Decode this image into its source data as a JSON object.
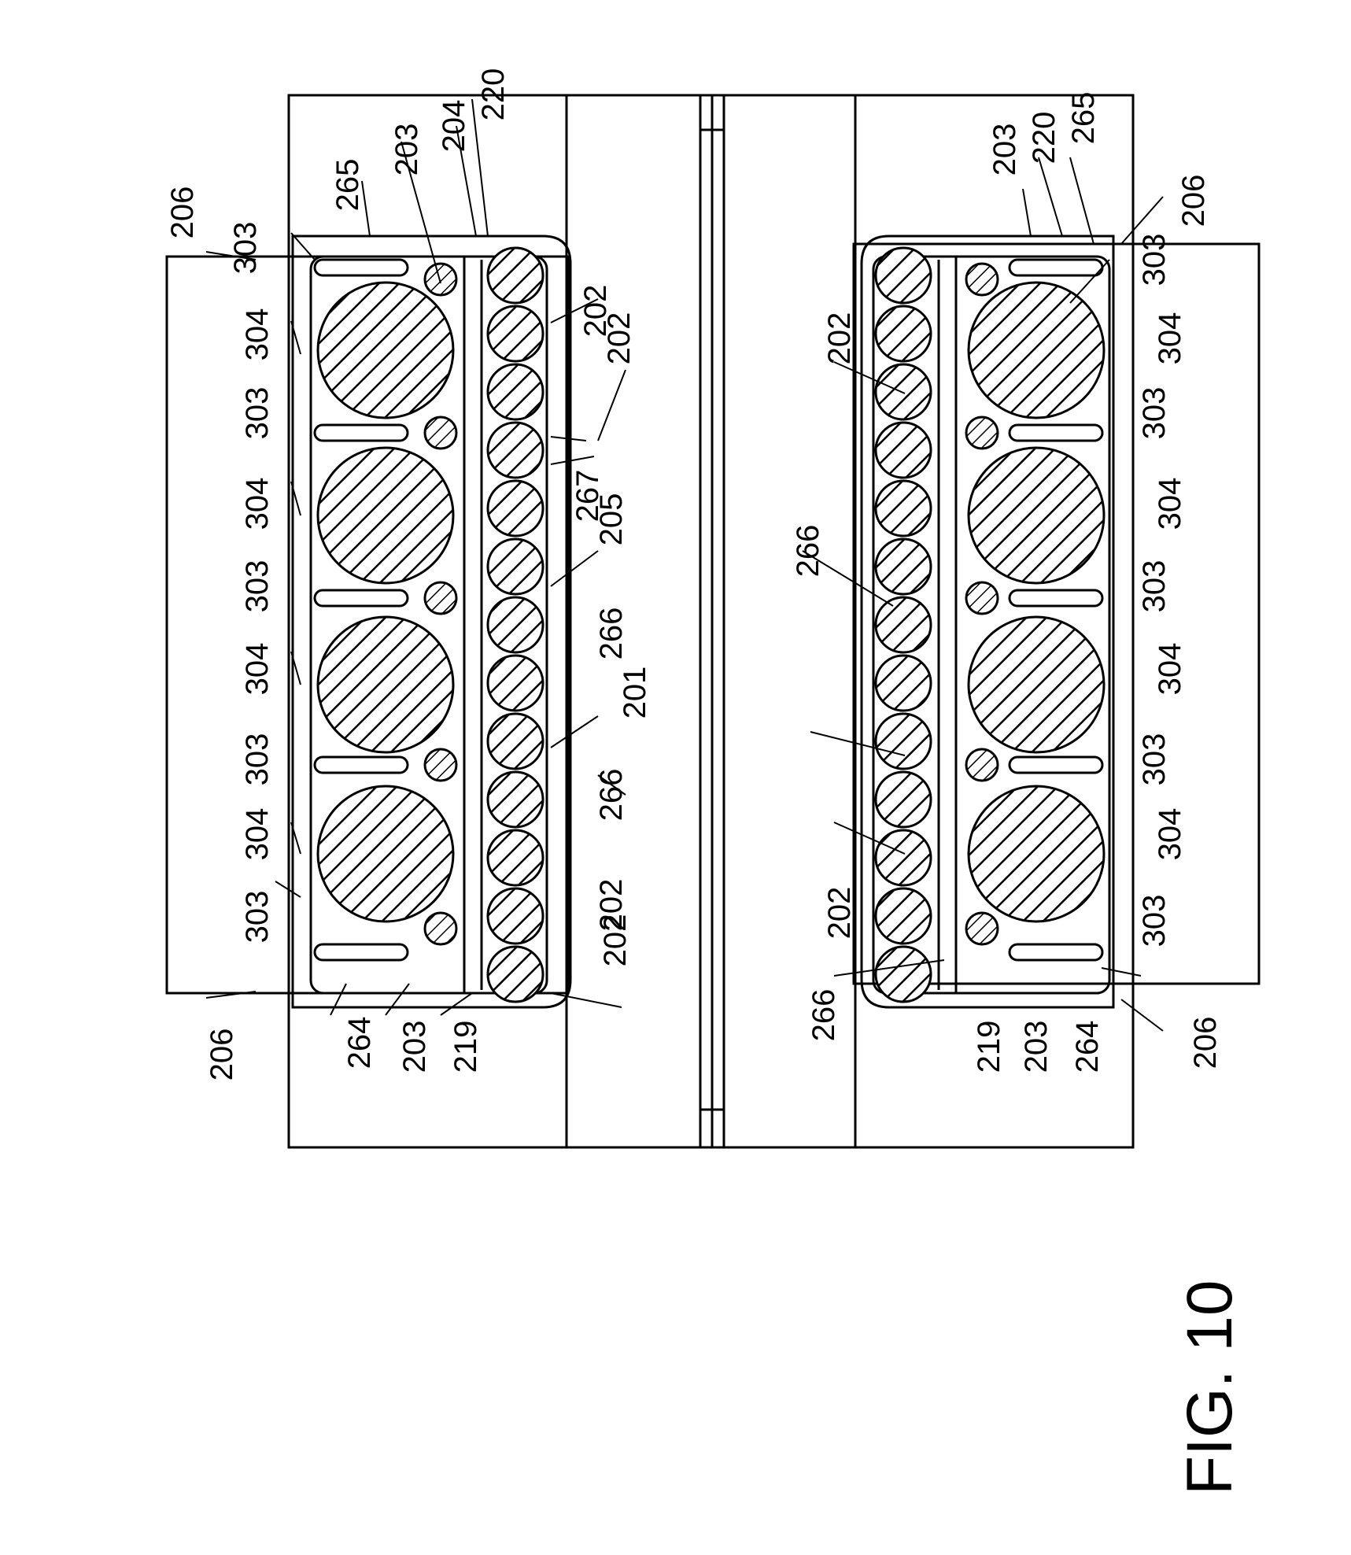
{
  "figure": {
    "title": "FIG. 10"
  },
  "colors": {
    "ink": "#000000",
    "paper": "#ffffff"
  },
  "labels": {
    "top": [
      {
        "id": "206a",
        "text": "206"
      },
      {
        "id": "303a",
        "text": "303"
      },
      {
        "id": "304a",
        "text": "304"
      },
      {
        "id": "303b",
        "text": "303"
      },
      {
        "id": "304b",
        "text": "304"
      },
      {
        "id": "303c",
        "text": "303"
      },
      {
        "id": "304c",
        "text": "304"
      },
      {
        "id": "303d",
        "text": "303"
      },
      {
        "id": "304d",
        "text": "304"
      },
      {
        "id": "303e",
        "text": "303"
      },
      {
        "id": "206b",
        "text": "206"
      },
      {
        "id": "265",
        "text": "265"
      },
      {
        "id": "203a",
        "text": "203"
      },
      {
        "id": "204",
        "text": "204"
      },
      {
        "id": "220",
        "text": "220"
      },
      {
        "id": "202a",
        "text": "202"
      },
      {
        "id": "202b",
        "text": "202"
      },
      {
        "id": "267",
        "text": "267"
      },
      {
        "id": "205",
        "text": "205"
      },
      {
        "id": "266a",
        "text": "266"
      },
      {
        "id": "201",
        "text": "201"
      },
      {
        "id": "266b",
        "text": "266"
      },
      {
        "id": "202c",
        "text": "202"
      },
      {
        "id": "202d",
        "text": "202"
      },
      {
        "id": "264",
        "text": "264"
      },
      {
        "id": "203b",
        "text": "203"
      },
      {
        "id": "219",
        "text": "219"
      }
    ],
    "bottom": [
      {
        "id": "202e",
        "text": "202"
      },
      {
        "id": "266c",
        "text": "266"
      },
      {
        "id": "202f",
        "text": "202"
      },
      {
        "id": "266d",
        "text": "266"
      },
      {
        "id": "203c",
        "text": "203"
      },
      {
        "id": "220b",
        "text": "220"
      },
      {
        "id": "265b",
        "text": "265"
      },
      {
        "id": "206c",
        "text": "206"
      },
      {
        "id": "303f",
        "text": "303"
      },
      {
        "id": "304e",
        "text": "304"
      },
      {
        "id": "303g",
        "text": "303"
      },
      {
        "id": "304f",
        "text": "304"
      },
      {
        "id": "303h",
        "text": "303"
      },
      {
        "id": "304g",
        "text": "304"
      },
      {
        "id": "303i",
        "text": "303"
      },
      {
        "id": "304h",
        "text": "304"
      },
      {
        "id": "303j",
        "text": "303"
      },
      {
        "id": "206d",
        "text": "206"
      },
      {
        "id": "219b",
        "text": "219"
      },
      {
        "id": "203d",
        "text": "203"
      },
      {
        "id": "264b",
        "text": "264"
      }
    ]
  }
}
